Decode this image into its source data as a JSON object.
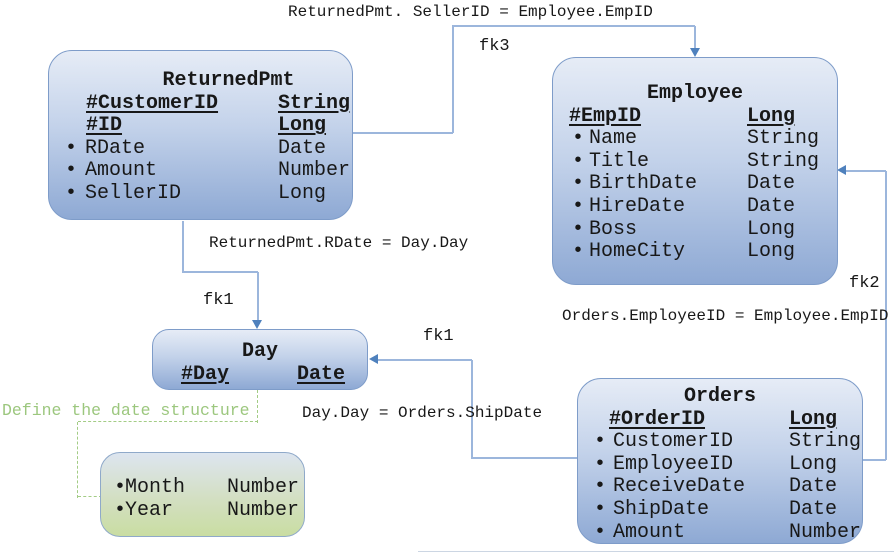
{
  "diagram": {
    "bullet_char": "•",
    "labels": {
      "top_relation": "ReturnedPmt. SellerID = Employee.EmpID",
      "rdate_relation": "ReturnedPmt.RDate = Day.Day",
      "orders_employee_relation": "Orders.EmployeeID = Employee.EmpID",
      "day_shipdate_relation": "Day.Day = Orders.ShipDate",
      "note": "Define the date structure",
      "fk1_left": "fk1",
      "fk1_right": "fk1",
      "fk2": "fk2",
      "fk3": "fk3"
    },
    "colors": {
      "box_border": "#7e9cc9",
      "box_fill_top": "#e6ecf6",
      "box_fill_bottom": "#8ea9d4",
      "green_box_fill_bottom": "#c9dda2",
      "connector_line": "#9cb6dc",
      "arrowhead": "#4f81bd",
      "note_green": "#9cc77e"
    },
    "entities": {
      "returnedpmt": {
        "title": "ReturnedPmt",
        "rows": [
          {
            "kind": "pk",
            "name": "#CustomerID",
            "type": "String"
          },
          {
            "kind": "pk",
            "name": "#ID",
            "type": "Long"
          },
          {
            "kind": "field",
            "name": "RDate",
            "type": "Date"
          },
          {
            "kind": "field",
            "name": "Amount",
            "type": "Number"
          },
          {
            "kind": "field",
            "name": "SellerID",
            "type": "Long"
          }
        ]
      },
      "employee": {
        "title": "Employee",
        "rows": [
          {
            "kind": "pk",
            "name": "#EmpID",
            "type": "Long"
          },
          {
            "kind": "field",
            "name": "Name",
            "type": "String"
          },
          {
            "kind": "field",
            "name": "Title",
            "type": "String"
          },
          {
            "kind": "field",
            "name": "BirthDate",
            "type": "Date"
          },
          {
            "kind": "field",
            "name": "HireDate",
            "type": "Date"
          },
          {
            "kind": "field",
            "name": "Boss",
            "type": "Long"
          },
          {
            "kind": "field",
            "name": "HomeCity",
            "type": "Long"
          }
        ]
      },
      "day": {
        "title": "Day",
        "rows": [
          {
            "kind": "pk",
            "name": "#Day",
            "type": "Date"
          }
        ]
      },
      "orders": {
        "title": "Orders",
        "rows": [
          {
            "kind": "pk",
            "name": "#OrderID",
            "type": "Long"
          },
          {
            "kind": "field",
            "name": "CustomerID",
            "type": "String"
          },
          {
            "kind": "field",
            "name": "EmployeeID",
            "type": "Long"
          },
          {
            "kind": "field",
            "name": "ReceiveDate",
            "type": "Date"
          },
          {
            "kind": "field",
            "name": "ShipDate",
            "type": "Date"
          },
          {
            "kind": "field",
            "name": "Amount",
            "type": "Number"
          }
        ]
      },
      "date_structure": {
        "title": "",
        "rows": [
          {
            "kind": "field",
            "name": "Month",
            "type": "Number"
          },
          {
            "kind": "field",
            "name": "Year",
            "type": "Number"
          }
        ]
      }
    }
  }
}
